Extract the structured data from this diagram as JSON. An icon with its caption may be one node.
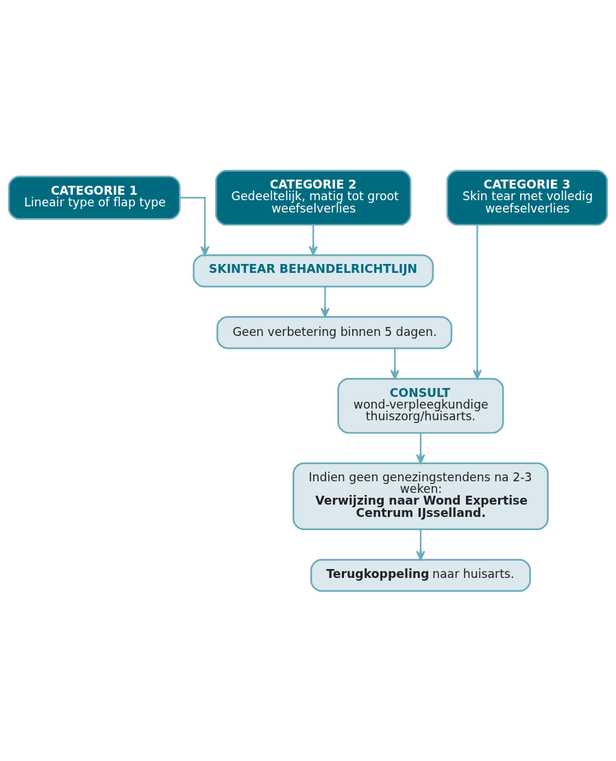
{
  "diagram": {
    "nodes": [
      {
        "text": [
          "CATEGORIE 1",
          "Lineair type of flap type"
        ]
      },
      {
        "text": [
          "CATEGORIE 2",
          "Gedeeltelijk, matig tot groot weefselverlies"
        ]
      },
      {
        "text": [
          "CATEGORIE 3",
          "Skin tear met volledig weefselverlies"
        ]
      },
      {
        "text": [
          "SKINTEAR BEHANDELRICHTLIJN"
        ]
      },
      {
        "text": [
          "Geen verbetering binnen 5 dagen."
        ]
      },
      {
        "text": [
          "CONSULT",
          "wond-verpleegkundige thuiszorg/huisarts."
        ]
      },
      {
        "text": [
          "Indien geen genezingstendens na 2-3 weken:",
          "Verwijzing naar Wond Expertise Centrum IJsselland."
        ]
      },
      {
        "text": [
          "**Terugkoppeling** naar huisarts."
        ]
      }
    ],
    "edges": [
      {
        "from": 0,
        "to": 3,
        "arrow": "to"
      },
      {
        "from": 1,
        "to": 3,
        "arrow": "to"
      },
      {
        "from": 2,
        "to": 5,
        "arrow": "to"
      },
      {
        "from": 3,
        "to": 4,
        "arrow": "to"
      },
      {
        "from": 4,
        "to": 5,
        "arrow": "to"
      },
      {
        "from": 5,
        "to": 6,
        "arrow": "to"
      },
      {
        "from": 6,
        "to": 7,
        "arrow": "to"
      }
    ]
  }
}
